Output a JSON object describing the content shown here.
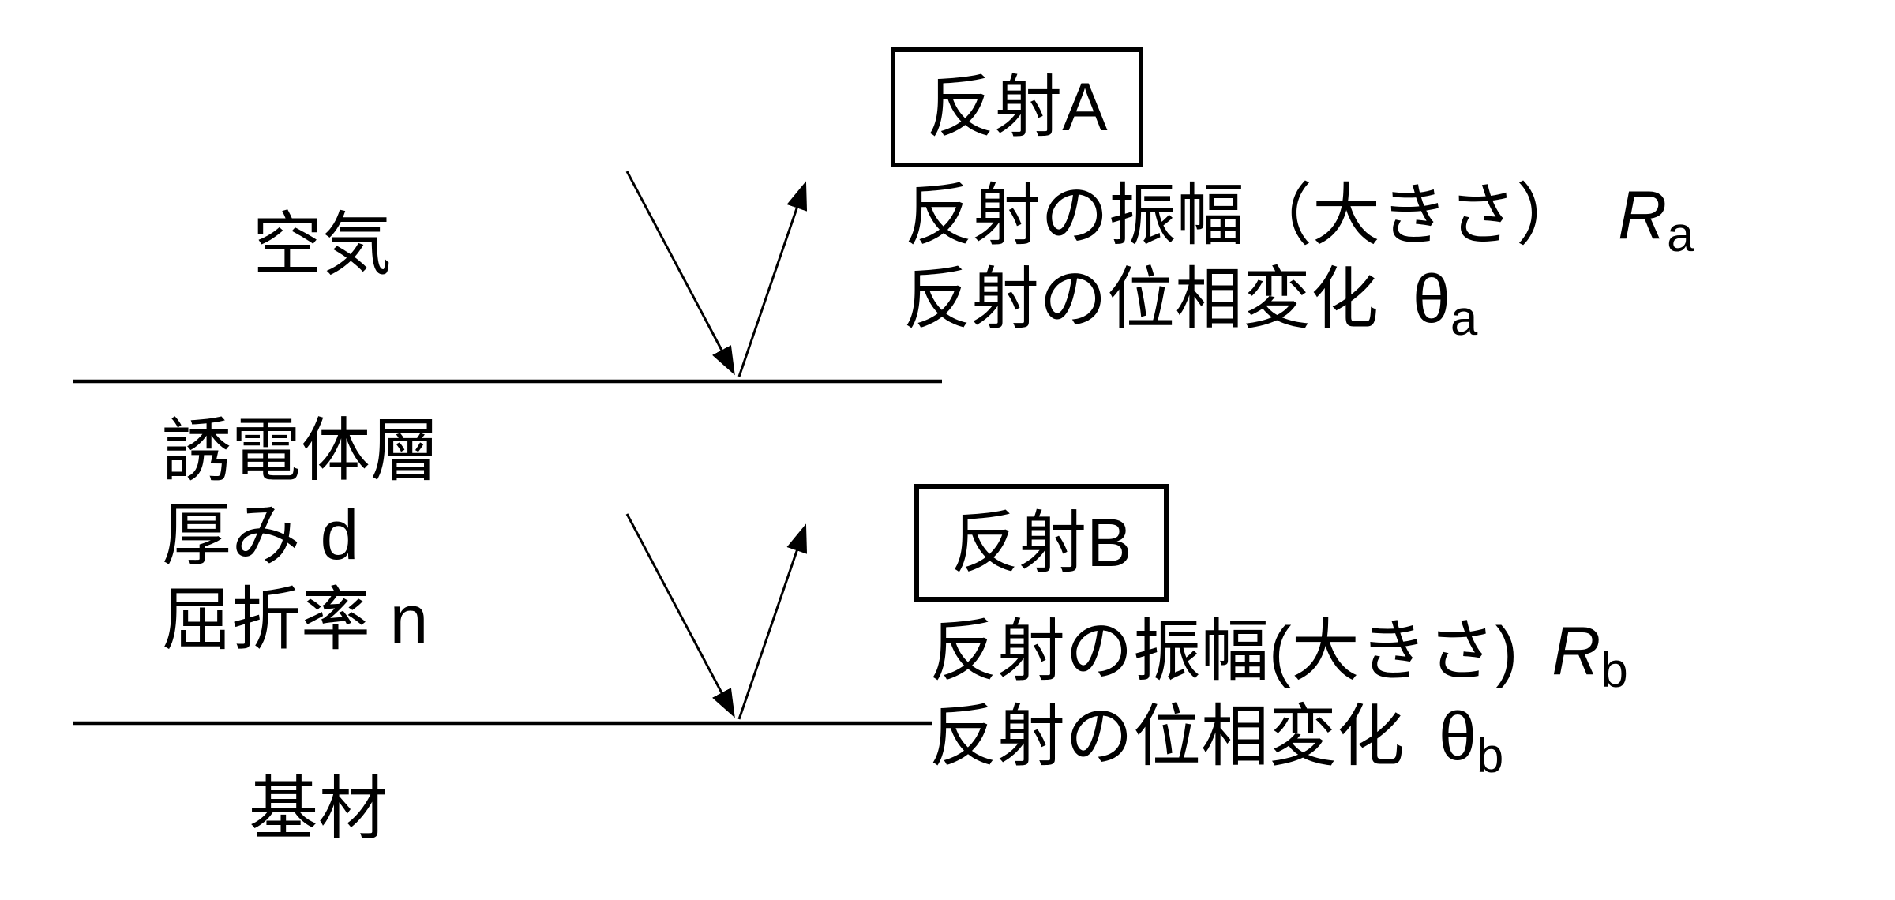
{
  "colors": {
    "ink": "#000000",
    "background": "#ffffff"
  },
  "regions": {
    "air_label": "空気",
    "dielectric_line1": "誘電体層",
    "dielectric_line2": "厚み d",
    "dielectric_line3": "屈折率 n",
    "substrate_label": "基材"
  },
  "reflection_a": {
    "box_label": "反射A",
    "amplitude_prefix": "反射の振幅（大きさ）",
    "amplitude_symbol": "R",
    "amplitude_subscript": "a",
    "phase_prefix": "反射の位相変化",
    "phase_symbol": "θ",
    "phase_subscript": "a"
  },
  "reflection_b": {
    "box_label": "反射B",
    "amplitude_prefix": "反射の振幅(大きさ)",
    "amplitude_symbol": "R",
    "amplitude_subscript": "b",
    "phase_prefix": "反射の位相変化",
    "phase_symbol": "θ",
    "phase_subscript": "b"
  }
}
